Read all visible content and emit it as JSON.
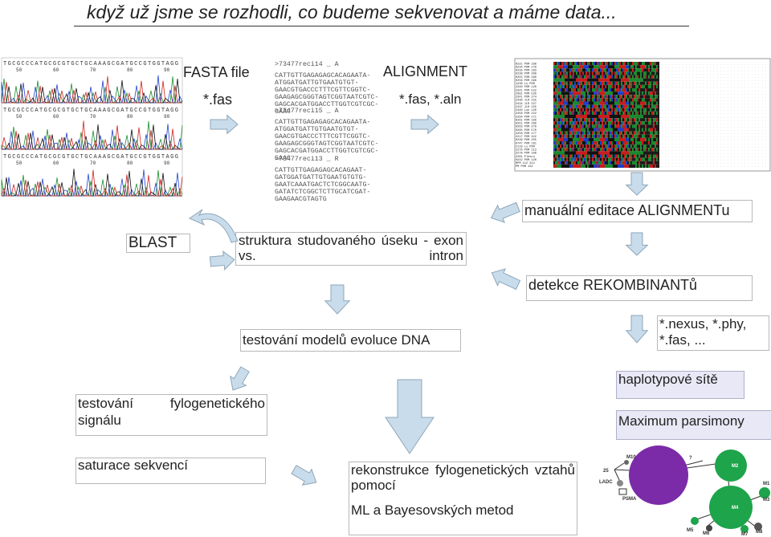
{
  "title": "když už jsme se rozhodli, co budeme sekvenovat a máme data...",
  "fasta": {
    "label": "FASTA file",
    "ext": "*.fas"
  },
  "alignment": {
    "label": "ALIGNMENT",
    "ext": "*.fas, *.aln"
  },
  "sequences": [
    {
      "header": ">73477reci14 _ A",
      "lines": [
        "CATTGTTGAGAGAGCACAGAATA-",
        "ATGGATGATTGTGAATGTGT-",
        "GAACGTGACCCTTTCGTTCGGTC-",
        "GAAGAGCGGGTAGTCGGTAATCGTC-",
        "GAGCACGATGGACCTTGGTCGTCGC-",
        "GAAC"
      ]
    },
    {
      "header": ">73477reci15 _ A",
      "lines": [
        "CATTGTTGAGAGAGCACAGAATA-",
        "ATGGATGATTGTGAATGTGT-",
        "GAACGTGACCCTTTCGTTCGGTC-",
        "GAAGAGCGGGTAGTCGGTAATCGTC-",
        "GAGCACGATGGACCTTGGTCGTCGC-",
        "GAAC"
      ]
    },
    {
      "header": ">73477reci13 _ R",
      "lines": [
        "CATTGTTGAGAGAGCACAGAAT-",
        "GATGGATGATTGTGAATGTGTG-",
        "GAATCAAATGACTCTCGGCAATG-",
        "GATATCTCGGCTCTTGCATCGAT-",
        "GAAGAACGTAGTG"
      ]
    }
  ],
  "chromatogram_ticks": [
    "50",
    "60",
    "70",
    "80",
    "90"
  ],
  "chromatogram_bases": "TGCGCCCATGCGCGTGCTGCAAAGCGATGCCGTGGTAGG",
  "alignment_row_labels": [
    "0221 POM 160",
    "0234 POM 179",
    "0235 POM 183",
    "0238 POM 208",
    "0255 POM 290",
    "0256 POM 296",
    "1236 Lu POM",
    "2340 POM 120",
    "2341 POM 522",
    "2361 POM 526",
    "2341 POM 274",
    "2430 JLR 225",
    "2434 JLR 227",
    "2437 JLR 155",
    "2440 Luk 120",
    "2458 POM 222",
    "2264 POM 171",
    "0261 POM 100",
    "0251 POM 260",
    "0263 POM 278",
    "0265 POM 570",
    "2256 POM 177",
    "2217 POM 422",
    "0239 POM 255",
    "0747 POM 161",
    "2119 Lu POM",
    "2276 POM 113",
    "2278 POM 108",
    "2261 Plescu",
    "0242 POM 126",
    "RPM 112 214",
    "PM POM 122"
  ],
  "steps": {
    "manual_edit": "manuální editace ALIGNMENTu",
    "recombinants": "detekce REKOMBINANTů",
    "formats": "*.nexus, *.phy, *.fas, ...",
    "blast": "BLAST",
    "structure": "struktura studovaného úseku - exon vs. intron",
    "model_testing": "testování modelů evoluce DNA",
    "phylo_signal": "testování fylogenetického signálu",
    "saturation": "saturace sekvencí",
    "reconstruction_line1": "rekonstrukce fylogenetických vztahů pomocí",
    "reconstruction_line2": "ML a Bayesovských metod",
    "haplotype": "haplotypové sítě",
    "parsimony": "Maximum parsimony"
  },
  "network_labels": [
    "25",
    "M10",
    "LADC",
    "PSMA",
    "?",
    "M2",
    "M1",
    "M3",
    "M4",
    "M5",
    "M6",
    "M7",
    "M8"
  ],
  "colors": {
    "arrow_fill": "#c8dceb",
    "arrow_stroke": "#8fa6b8",
    "lavender": "#e8e8f6",
    "node_purple": "#7b2aa8",
    "node_green": "#1ea44a"
  }
}
